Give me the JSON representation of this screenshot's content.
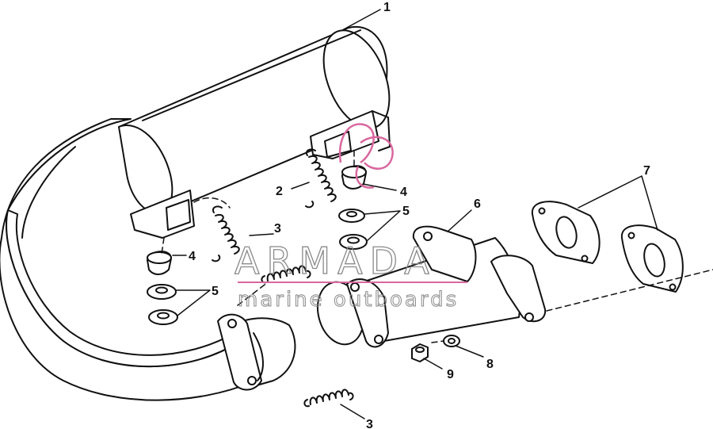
{
  "callouts": {
    "c1": "1",
    "c2": "2",
    "c3a": "3",
    "c3b": "3",
    "c4a": "4",
    "c4b": "4",
    "c5a": "5",
    "c5b": "5",
    "c6": "6",
    "c7": "7",
    "c8": "8",
    "c9": "9"
  },
  "watermark": {
    "title": "ARMADA",
    "subtitle": "marine outboards",
    "accent_color": "#d9679e",
    "text_color": "#8a8a8a"
  }
}
